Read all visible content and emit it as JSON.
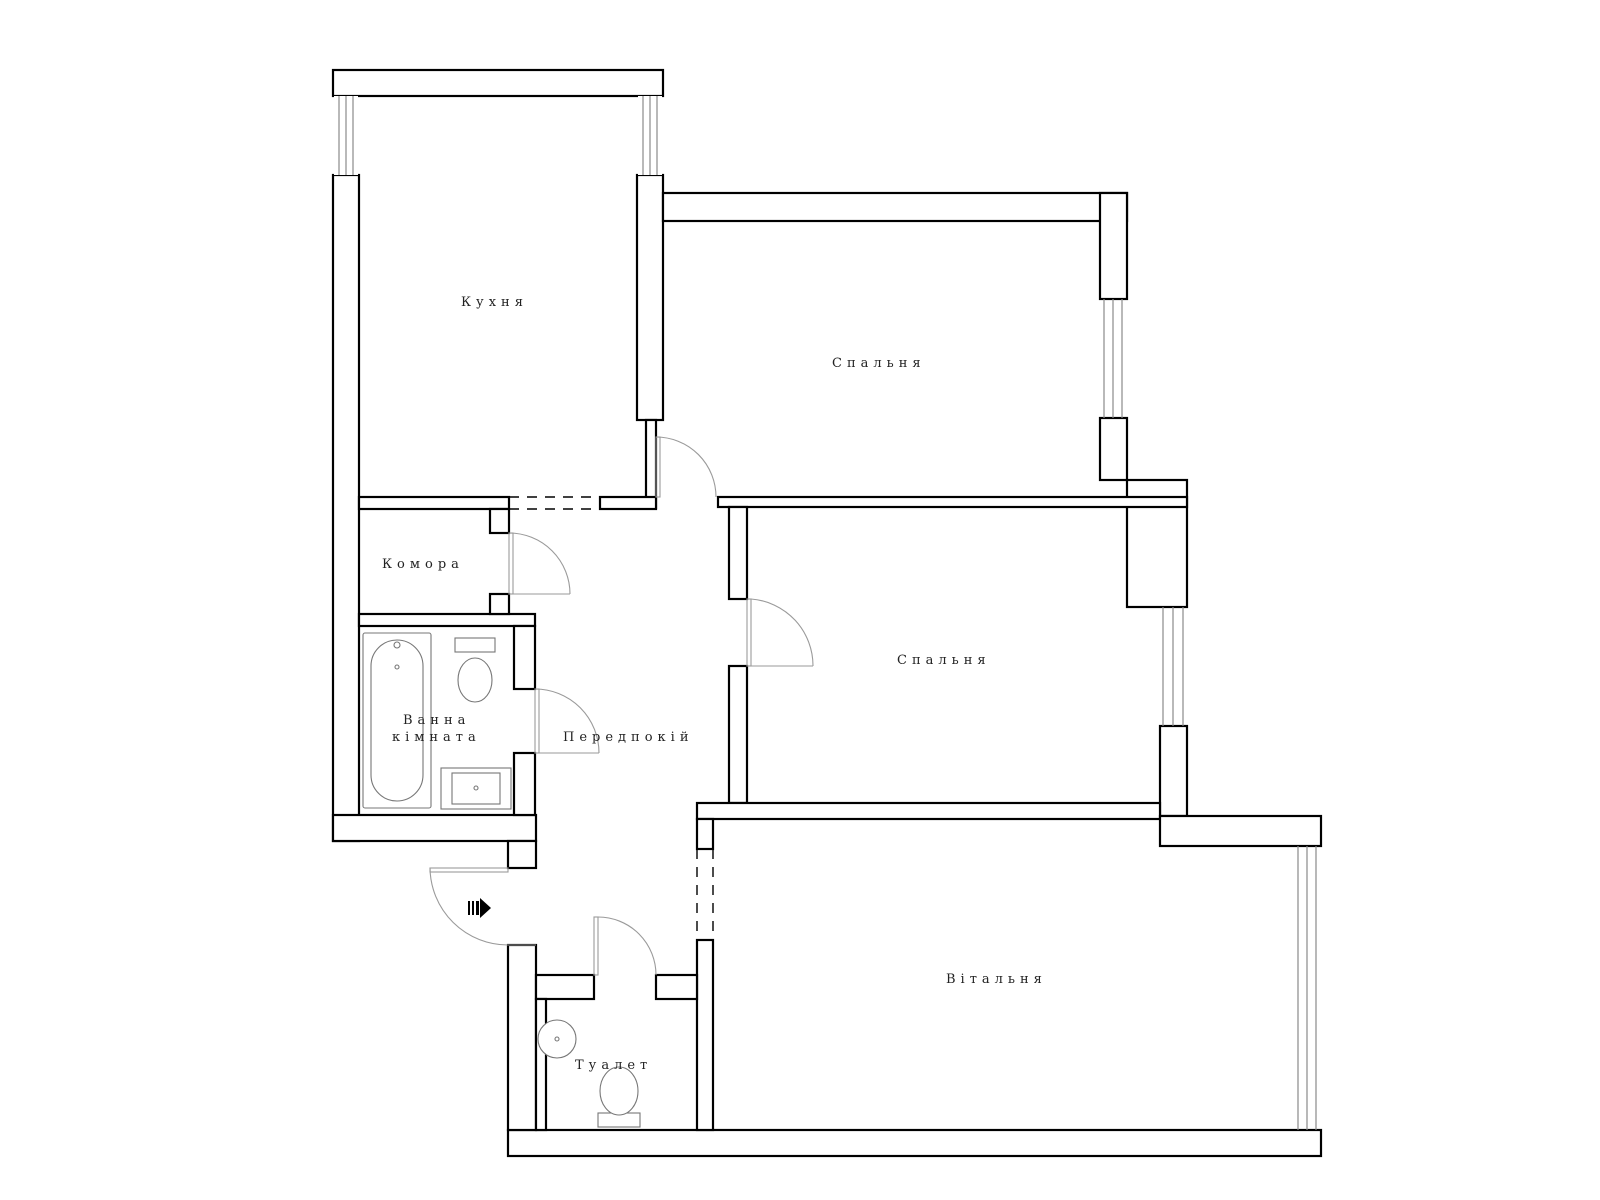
{
  "rooms": {
    "kitchen": "Кухня",
    "bedroom_1": "Спальня",
    "bedroom_2": "Спальня",
    "pantry": "Комора",
    "bathroom_line1": "Ванна",
    "bathroom_line2": "кімната",
    "hallway": "Передпокій",
    "living_room": "Вітальня",
    "toilet": "Туалет"
  }
}
